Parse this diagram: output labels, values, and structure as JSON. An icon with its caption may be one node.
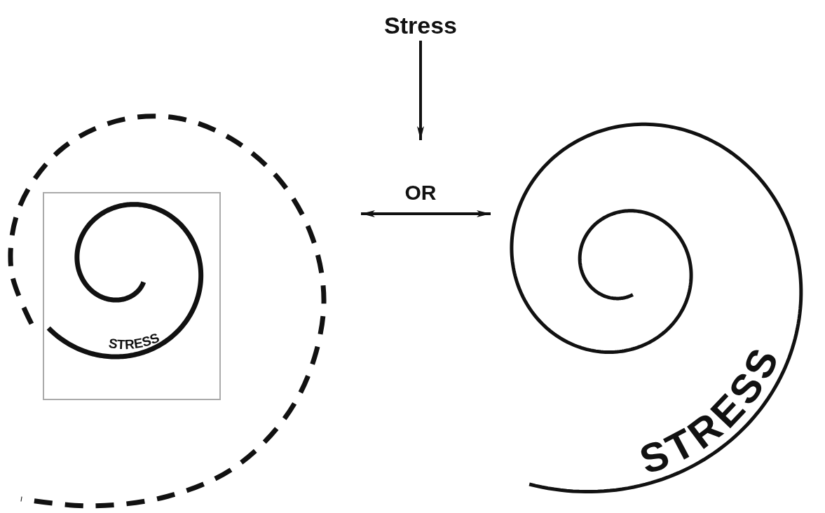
{
  "diagram": {
    "nodes": [
      {
        "text": [
          "Stress"
        ]
      },
      {
        "text": [
          "OR"
        ]
      },
      {
        "text": [
          "STRESS"
        ]
      },
      {
        "text": [
          "STRESS"
        ]
      }
    ],
    "edges": [
      {
        "from": 0,
        "to": 1,
        "arrow": "to"
      },
      {
        "from": 2,
        "to": 3,
        "arrow": "both"
      }
    ]
  }
}
